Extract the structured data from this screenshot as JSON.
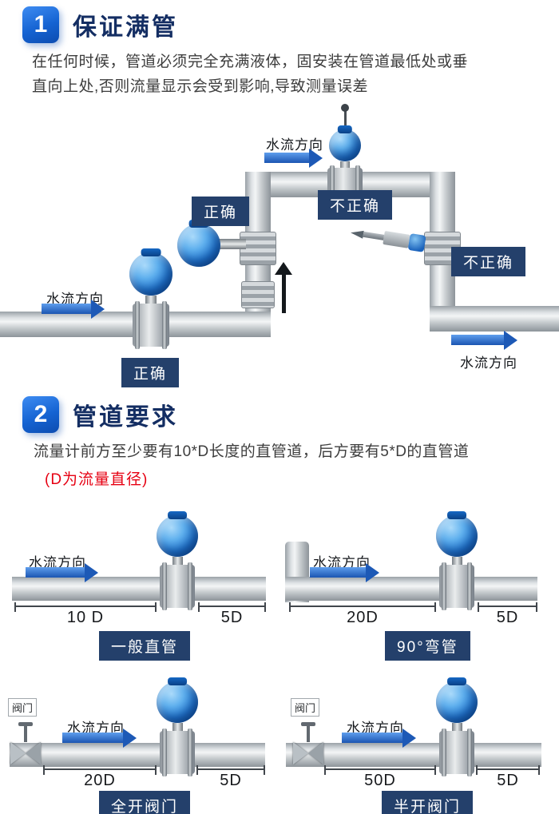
{
  "colors": {
    "accent_blue": "#1563d2",
    "title_navy": "#142e63",
    "tag_navy": "#24406b",
    "note_red": "#e60012",
    "arrow_blue": "#1d59b6",
    "pipe_gray": "#c5cacd",
    "meter_blue": "#2277d2"
  },
  "section1": {
    "number": "1",
    "title": "保证满管",
    "desc_line1": "在任何时候，管道必须完全充满液体，固安装在管道最低处或垂",
    "desc_line2": "直向上处,否则流量显示会受到影响,导致测量误差",
    "flow_label_top": "水流方向",
    "flow_label_left": "水流方向",
    "flow_label_right": "水流方向",
    "tag_correct_side": "正确",
    "tag_incorrect_top": "不正确",
    "tag_incorrect_right": "不正确",
    "tag_correct_bottom": "正确"
  },
  "section2": {
    "number": "2",
    "title": "管道要求",
    "desc": "流量计前方至少要有10*D长度的直管道，后方要有5*D的直管道",
    "note": "(D为流量直径)",
    "diagrams": [
      {
        "flow_label": "水流方向",
        "before": "10 D",
        "after": "5D",
        "name": "一般直管"
      },
      {
        "flow_label": "水流方向",
        "before": "20D",
        "after": "5D",
        "name": "90°弯管"
      },
      {
        "flow_label": "水流方向",
        "before": "20D",
        "after": "5D",
        "name": "全开阀门",
        "valve_label": "阀门"
      },
      {
        "flow_label": "水流方向",
        "before": "50D",
        "after": "5D",
        "name": "半开阀门",
        "valve_label": "阀门"
      }
    ]
  }
}
